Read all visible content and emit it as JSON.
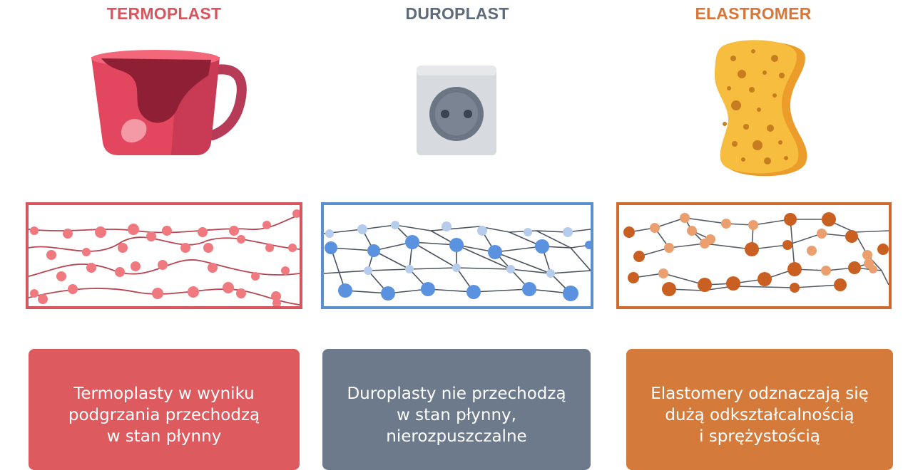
{
  "colors": {
    "termoplast": "#dd5a5e",
    "duroplast": "#6c7a8c",
    "elastomer": "#d47b3c",
    "termoplast_title": "#d9545d",
    "duroplast_title": "#5d6b7c",
    "elastomer_title": "#d8763a"
  },
  "columns": [
    {
      "title": "TERMOPLAST",
      "icon": "mug-icon",
      "structure": "linear-chain-structure",
      "description": [
        "Termoplasty w wyniku",
        "podgrzania przechodzą",
        "w stan płynny"
      ]
    },
    {
      "title": "DUROPLAST",
      "icon": "socket-icon",
      "structure": "crosslinked-network-structure",
      "description": [
        "Duroplasty nie przechodzą",
        "w stan płynny,",
        "nierozpuszczalne"
      ]
    },
    {
      "title": "ELASTROMER",
      "icon": "sponge-icon",
      "structure": "loose-network-structure",
      "description": [
        "Elastomery odznaczają się",
        "dużą odkształcalnością",
        "i sprężystością"
      ]
    }
  ]
}
